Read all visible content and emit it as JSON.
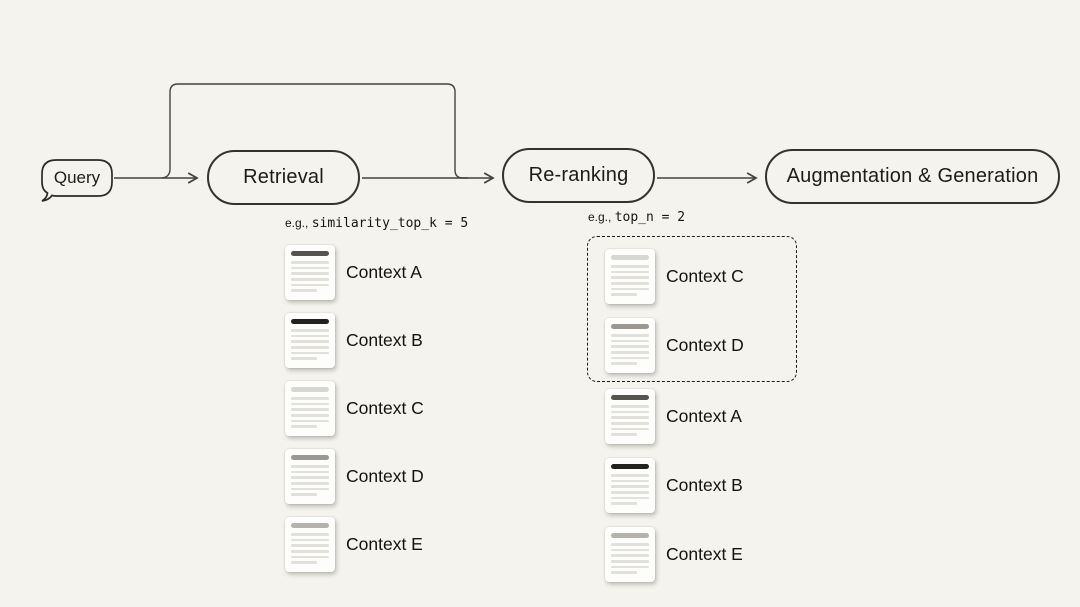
{
  "canvas": {
    "background": "#f4f3ee",
    "line_color": "#45433c",
    "box_border_color": "#33322c"
  },
  "query": {
    "label": "Query"
  },
  "stages": [
    {
      "label": "Retrieval"
    },
    {
      "label": "Re-ranking"
    },
    {
      "label": "Augmentation & Generation"
    }
  ],
  "captions": {
    "retrieval": {
      "prefix": "e.g., ",
      "code": "similarity_top_k = 5"
    },
    "reranking": {
      "prefix": "e.g., ",
      "code": "top_n = 2"
    }
  },
  "retrieved_contexts": [
    {
      "label": "Context A",
      "bar_color": "#56544e"
    },
    {
      "label": "Context B",
      "bar_color": "#22211d"
    },
    {
      "label": "Context C",
      "bar_color": "#d8d6d1"
    },
    {
      "label": "Context D",
      "bar_color": "#9b9891"
    },
    {
      "label": "Context E",
      "bar_color": "#b6b3ad"
    }
  ],
  "reranked_contexts": [
    {
      "label": "Context C",
      "bar_color": "#d8d6d1",
      "selected": true
    },
    {
      "label": "Context D",
      "bar_color": "#9b9891",
      "selected": true
    },
    {
      "label": "Context A",
      "bar_color": "#56544e",
      "selected": false
    },
    {
      "label": "Context B",
      "bar_color": "#22211d",
      "selected": false
    },
    {
      "label": "Context E",
      "bar_color": "#b6b3ad",
      "selected": false
    }
  ]
}
